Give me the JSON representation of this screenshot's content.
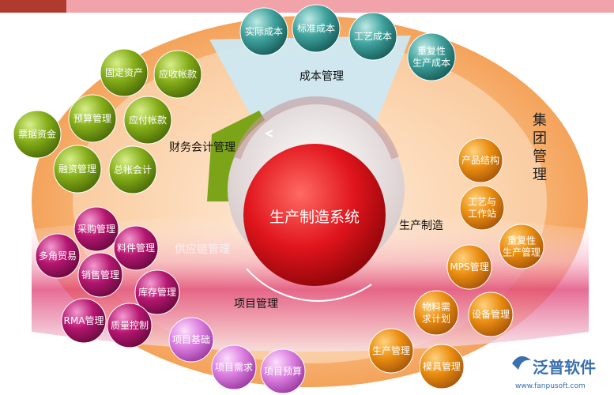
{
  "center": {
    "label": "生产制造系统"
  },
  "group_label": "集团管理",
  "sections": {
    "cost": "成本管理",
    "finance": "财务会计管理",
    "production": "生产制造",
    "supply": "供应链管理",
    "project": "项目管理"
  },
  "cost_items": [
    "实际成本",
    "标准成本",
    "工艺成本",
    [
      "重复性",
      "生产成本"
    ]
  ],
  "finance_items": [
    "固定资产",
    "应收帐款",
    "预算管理",
    "应付帐款",
    "票据资金",
    "融资管理",
    "总帐会计"
  ],
  "production_items": [
    "产品结构",
    [
      "工艺与",
      "工作站"
    ],
    [
      "重复性",
      "生产管理"
    ],
    "MPS管理",
    [
      "物料需",
      "求计划"
    ],
    "设备管理",
    "生产管理",
    "模具管理"
  ],
  "supply_items": [
    "采购管理",
    "多角贸易",
    "料件管理",
    "销售管理",
    "库存管理",
    "RMA管理",
    "质量控制"
  ],
  "project_items": [
    "项目基础",
    "项目需求",
    "项目预算"
  ],
  "logo": {
    "text": "泛普软件",
    "url": "www.fanpusoft.com"
  },
  "colors": {
    "cost": "#2f8f8c",
    "finance": "#7ba419",
    "production": "#e08a12",
    "supply": "#b0186e",
    "project": "#d26bd4",
    "center": "#d8111a",
    "outer_ring": "#f4a862",
    "band": "#e14a7c"
  }
}
